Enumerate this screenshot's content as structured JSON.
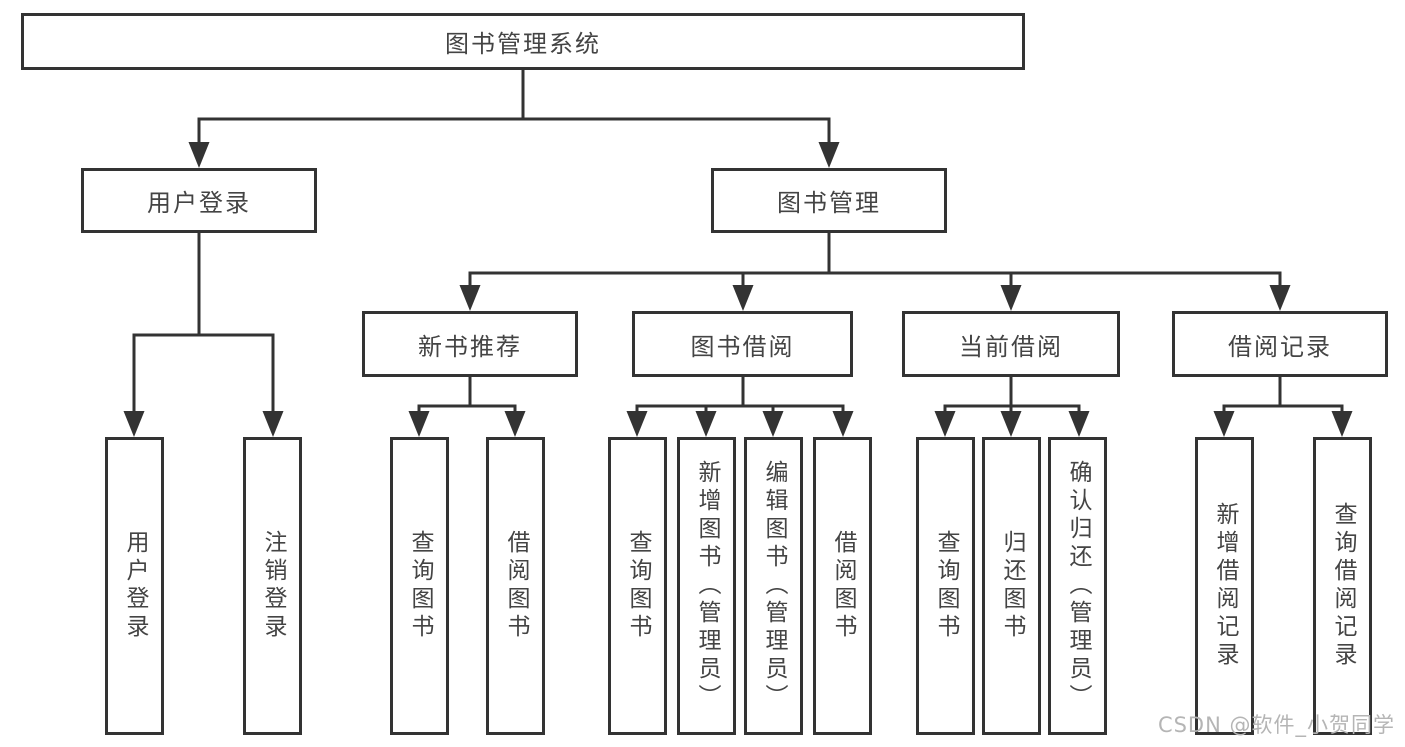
{
  "diagram": {
    "type": "hierarchy",
    "root": {
      "label": "图书管理系统"
    },
    "level2": [
      {
        "label": "用户登录"
      },
      {
        "label": "图书管理"
      }
    ],
    "level3": [
      {
        "label": "新书推荐",
        "parent": "图书管理"
      },
      {
        "label": "图书借阅",
        "parent": "图书管理"
      },
      {
        "label": "当前借阅",
        "parent": "图书管理"
      },
      {
        "label": "借阅记录",
        "parent": "图书管理"
      }
    ],
    "leaves": [
      {
        "label": "用户登录",
        "parent": "用户登录"
      },
      {
        "label": "注销登录",
        "parent": "用户登录"
      },
      {
        "label": "查询图书",
        "parent": "新书推荐"
      },
      {
        "label": "借阅图书",
        "parent": "新书推荐"
      },
      {
        "label": "查询图书",
        "parent": "图书借阅"
      },
      {
        "label": "新增图书（管理员）",
        "parent": "图书借阅"
      },
      {
        "label": "编辑图书（管理员）",
        "parent": "图书借阅"
      },
      {
        "label": "借阅图书",
        "parent": "图书借阅"
      },
      {
        "label": "查询图书",
        "parent": "当前借阅"
      },
      {
        "label": "归还图书",
        "parent": "当前借阅"
      },
      {
        "label": "确认归还（管理员）",
        "parent": "当前借阅"
      },
      {
        "label": "新增借阅记录",
        "parent": "借阅记录"
      },
      {
        "label": "查询借阅记录",
        "parent": "借阅记录"
      }
    ]
  },
  "watermark": {
    "text": "CSDN @软件_小贺同学"
  },
  "colors": {
    "line": "#333333",
    "box_border": "#333333",
    "text": "#444444",
    "watermark": "#b5b5b5",
    "background": "#ffffff"
  }
}
